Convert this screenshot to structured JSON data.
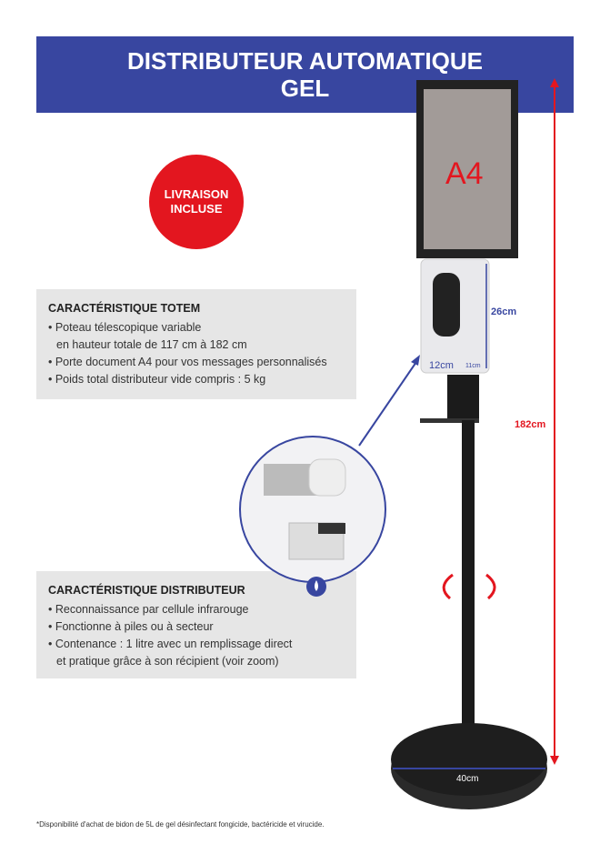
{
  "banner": {
    "line1": "DISTRIBUTEUR AUTOMATIQUE",
    "line2": "GEL"
  },
  "badge": {
    "line1": "LIVRAISON",
    "line2": "INCLUSE"
  },
  "totem": {
    "title": "CARACTÉRISTIQUE TOTEM",
    "items": [
      "• Poteau télescopique variable",
      "en hauteur totale de 117 cm à 182 cm",
      "• Porte document A4 pour vos messages personnalisés",
      "• Poids total distributeur vide compris : 5 kg"
    ]
  },
  "distributeur": {
    "title": "CARACTÉRISTIQUE DISTRIBUTEUR",
    "items": [
      "• Reconnaissance par cellule infrarouge",
      "• Fonctionne à piles ou à secteur",
      "• Contenance : 1 litre avec un remplissage direct",
      "et pratique grâce à son récipient (voir zoom)"
    ]
  },
  "product": {
    "frame_label": "A4",
    "dim_height": "26cm",
    "dim_width": "12cm",
    "dim_depth": "11cm",
    "dim_total": "182cm",
    "dim_base": "40cm"
  },
  "footnote": "*Disponibilité d'achat de bidon de 5L de gel désinfectant fongicide, bactéricide et virucide.",
  "colors": {
    "brand": "#3846a0",
    "accent": "#e3161f"
  }
}
